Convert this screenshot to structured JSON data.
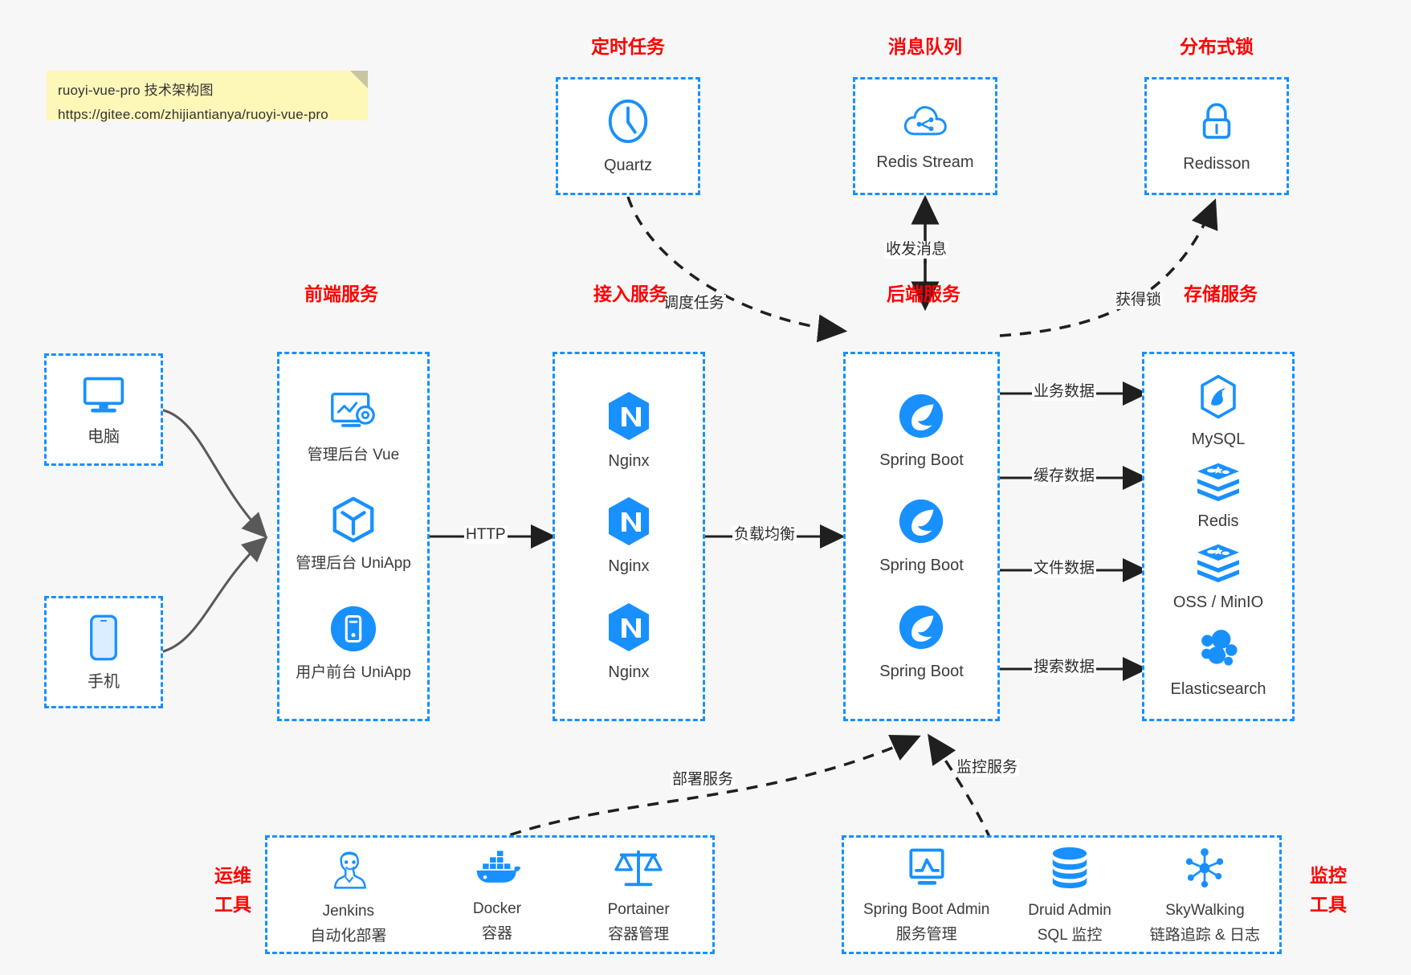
{
  "note": {
    "line1": "ruoyi-vue-pro 技术架构图",
    "line2": "https://gitee.com/zhijiantianya/ruoyi-vue-pro"
  },
  "colors": {
    "accent": "#1890ff",
    "title": "#ff0000",
    "text": "#3b3b3b",
    "note_bg": "#fdf7b8",
    "canvas_bg": "#f7f7f7",
    "arrow": "#1f1f1f",
    "curve": "#595959"
  },
  "groups": {
    "scheduled_task": {
      "title": "定时任务",
      "items": [
        {
          "label": "Quartz",
          "icon": "clock-icon"
        }
      ]
    },
    "message_queue": {
      "title": "消息队列",
      "items": [
        {
          "label": "Redis Stream",
          "icon": "cloud-stream-icon"
        }
      ]
    },
    "distributed_lock": {
      "title": "分布式锁",
      "items": [
        {
          "label": "Redisson",
          "icon": "lock-icon"
        }
      ]
    },
    "clients": {
      "items": [
        {
          "label": "电脑",
          "icon": "desktop-icon"
        },
        {
          "label": "手机",
          "icon": "phone-icon"
        }
      ]
    },
    "frontend": {
      "title": "前端服务",
      "items": [
        {
          "label": "管理后台 Vue",
          "icon": "dashboard-gear-icon"
        },
        {
          "label": "管理后台 UniApp",
          "icon": "cube-icon"
        },
        {
          "label": "用户前台 UniApp",
          "icon": "mobile-app-icon"
        }
      ]
    },
    "gateway": {
      "title": "接入服务",
      "items": [
        {
          "label": "Nginx",
          "icon": "nginx-icon"
        },
        {
          "label": "Nginx",
          "icon": "nginx-icon"
        },
        {
          "label": "Nginx",
          "icon": "nginx-icon"
        }
      ]
    },
    "backend": {
      "title": "后端服务",
      "items": [
        {
          "label": "Spring Boot",
          "icon": "spring-boot-icon"
        },
        {
          "label": "Spring Boot",
          "icon": "spring-boot-icon"
        },
        {
          "label": "Spring Boot",
          "icon": "spring-boot-icon"
        }
      ]
    },
    "storage": {
      "title": "存储服务",
      "items": [
        {
          "label": "MySQL",
          "icon": "mysql-icon"
        },
        {
          "label": "Redis",
          "icon": "redis-icon"
        },
        {
          "label": "OSS / MinIO",
          "icon": "oss-icon"
        },
        {
          "label": "Elasticsearch",
          "icon": "elasticsearch-icon"
        }
      ]
    },
    "devops": {
      "title_line1": "运维",
      "title_line2": "工具",
      "items": [
        {
          "label": "Jenkins",
          "sub": "自动化部署",
          "icon": "jenkins-icon"
        },
        {
          "label": "Docker",
          "sub": "容器",
          "icon": "docker-icon"
        },
        {
          "label": "Portainer",
          "sub": "容器管理",
          "icon": "scales-icon"
        }
      ]
    },
    "monitor": {
      "title_line1": "监控",
      "title_line2": "工具",
      "items": [
        {
          "label": "Spring Boot Admin",
          "sub": "服务管理",
          "icon": "monitor-chart-icon"
        },
        {
          "label": "Druid Admin",
          "sub": "SQL 监控",
          "icon": "database-icon"
        },
        {
          "label": "SkyWalking",
          "sub": "链路追踪 & 日志",
          "icon": "skywalking-icon"
        }
      ]
    }
  },
  "edges": [
    {
      "id": "http",
      "label": "HTTP",
      "from": "frontend",
      "to": "gateway"
    },
    {
      "id": "lb",
      "label": "负载均衡",
      "from": "gateway",
      "to": "backend"
    },
    {
      "id": "biz",
      "label": "业务数据",
      "from": "backend",
      "to": "mysql"
    },
    {
      "id": "cache",
      "label": "缓存数据",
      "from": "backend",
      "to": "redis"
    },
    {
      "id": "file",
      "label": "文件数据",
      "from": "backend",
      "to": "oss"
    },
    {
      "id": "search",
      "label": "搜索数据",
      "from": "backend",
      "to": "elasticsearch"
    },
    {
      "id": "schedule",
      "label": "调度任务",
      "from": "quartz",
      "to": "backend"
    },
    {
      "id": "mq",
      "label": "收发消息",
      "from": "redis-stream",
      "to": "backend"
    },
    {
      "id": "lock",
      "label": "获得锁",
      "from": "backend",
      "to": "redisson"
    },
    {
      "id": "deploy",
      "label": "部署服务",
      "from": "devops",
      "to": "backend"
    },
    {
      "id": "observe",
      "label": "监控服务",
      "from": "monitor",
      "to": "backend"
    }
  ]
}
